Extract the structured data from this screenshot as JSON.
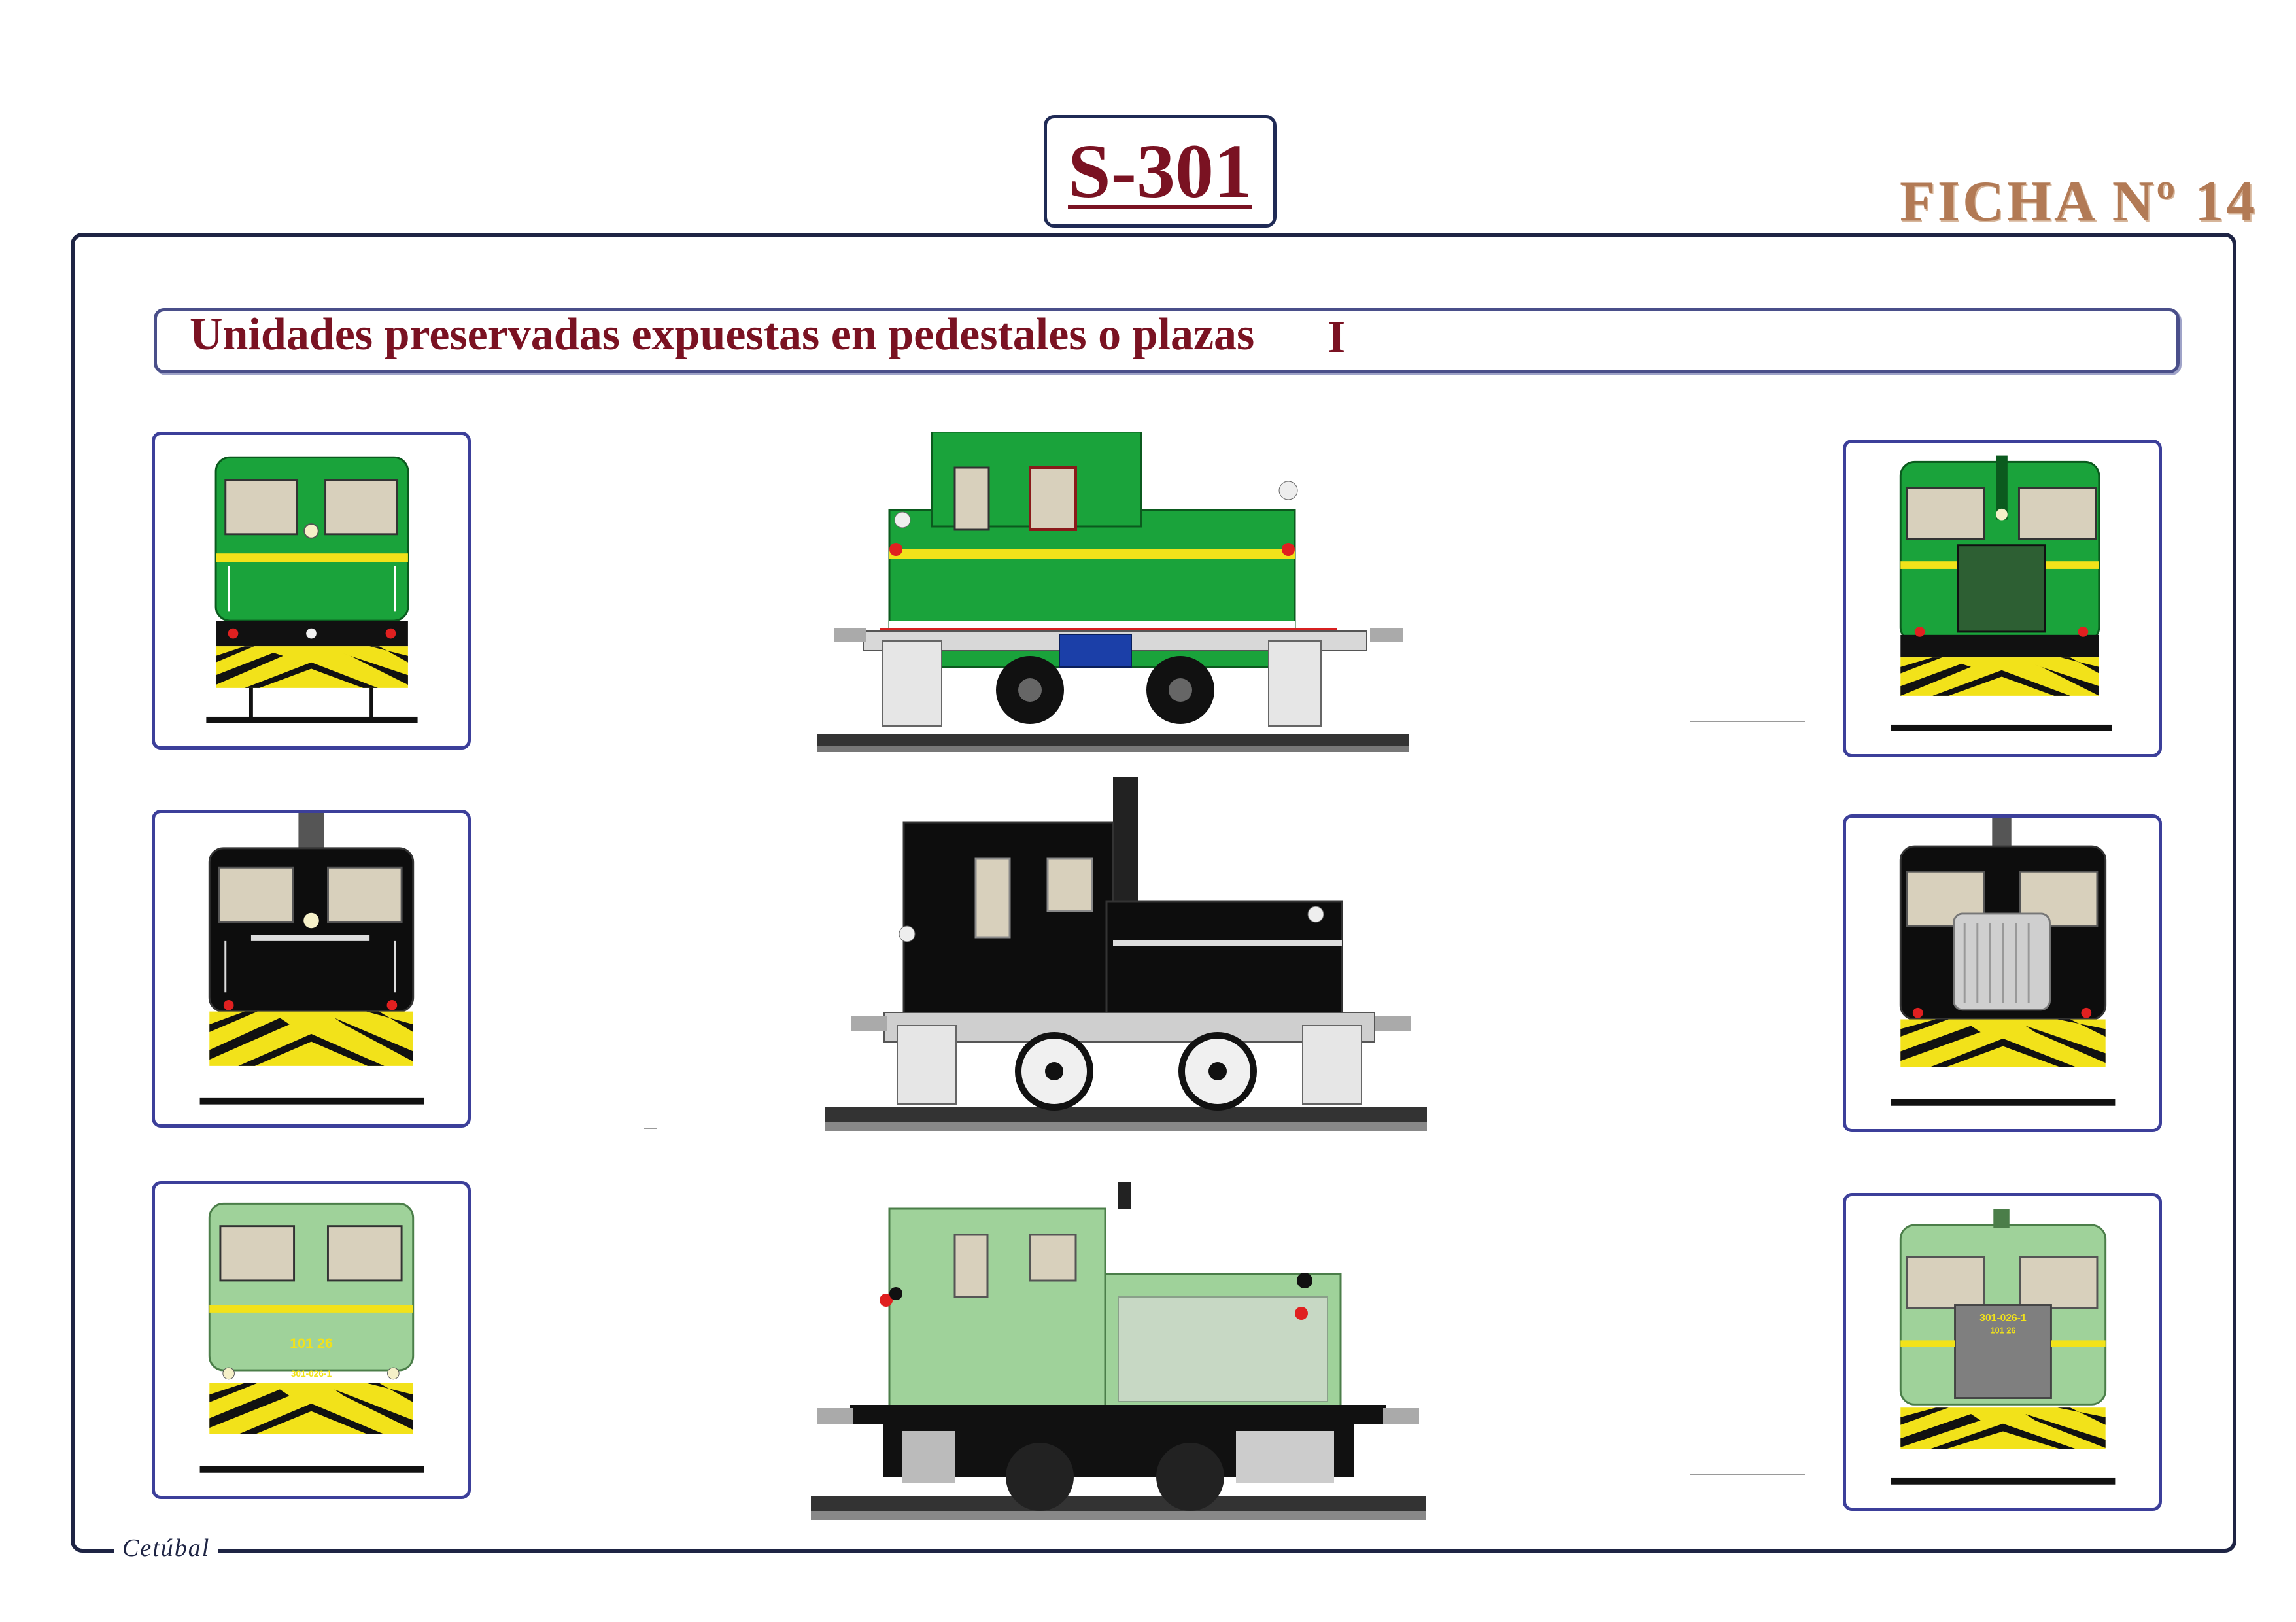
{
  "header": {
    "title": "S-301",
    "ficha": "FICHA Nº 14"
  },
  "section": {
    "subtitle": "Unidades preservadas expuestas en pedestales o plazas",
    "part": "I"
  },
  "rows": [
    {
      "scheme": "green",
      "colors": {
        "body": "#1aa33b",
        "stripe": "#f2e21a",
        "frame": "#111111"
      },
      "front_markings": {
        "number": "",
        "code": ""
      }
    },
    {
      "scheme": "black",
      "colors": {
        "body": "#0d0d0d",
        "stripe": "#0d0d0d",
        "frame": "#111111"
      },
      "front_markings": {
        "number": "",
        "code": ""
      }
    },
    {
      "scheme": "light-green",
      "colors": {
        "body": "#9fd29a",
        "stripe": "#f2e21a",
        "frame": "#111111"
      },
      "front_markings": {
        "number": "101 26",
        "code": "301-026-1"
      }
    }
  ],
  "credit": "Cetúbal"
}
